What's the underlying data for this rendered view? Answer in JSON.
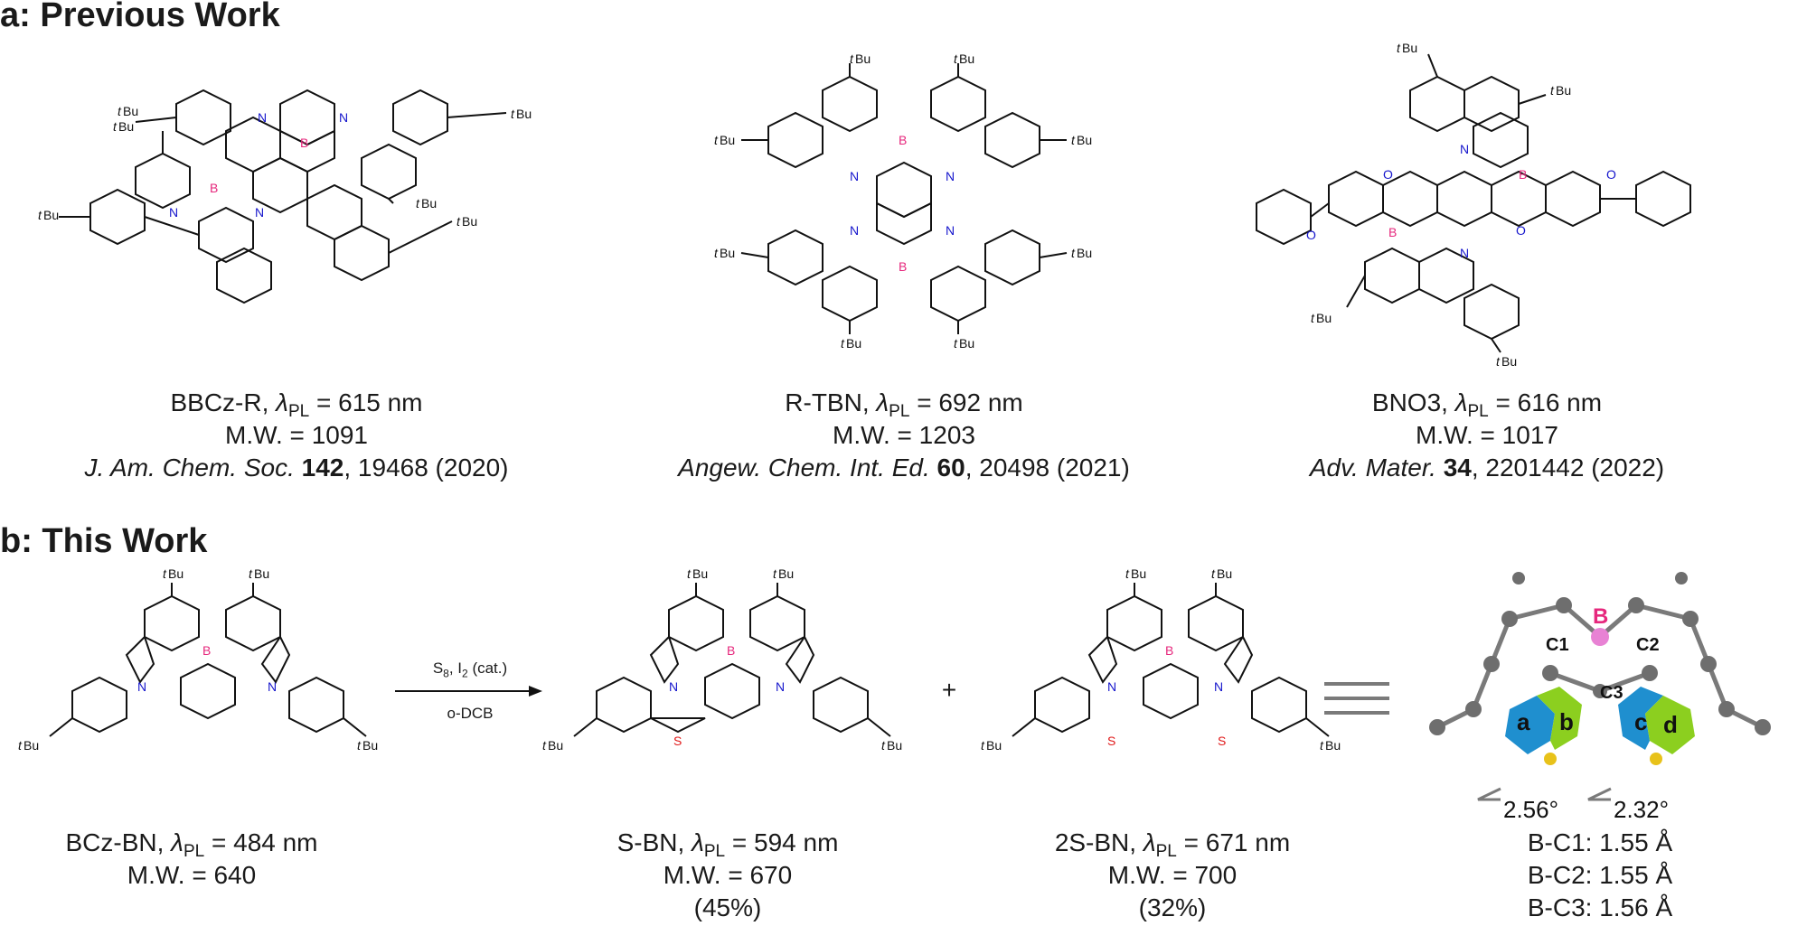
{
  "section_a": {
    "title": "a: Previous Work"
  },
  "section_b": {
    "title": "b: This Work"
  },
  "labels": {
    "tBu": "tBu",
    "t": "t",
    "Bu": "Bu",
    "B": "B",
    "N": "N",
    "O": "O",
    "S": "S",
    "lambda": "λ",
    "pl_sub": "PL"
  },
  "previous": [
    {
      "name": "BBCz-R",
      "wavelength": "= 615 nm",
      "mw": "M.W. = 1091",
      "journal": "J. Am. Chem. Soc.",
      "volume": "142",
      "pages": ", 19468 (2020)"
    },
    {
      "name": "R-TBN",
      "wavelength": "= 692 nm",
      "mw": "M.W. = 1203",
      "journal": "Angew. Chem. Int. Ed.",
      "volume": "60",
      "pages": ", 20498 (2021)"
    },
    {
      "name": "BNO3",
      "wavelength": "= 616 nm",
      "mw": "M.W. = 1017",
      "journal": "Adv. Mater.",
      "volume": "34",
      "pages": ", 2201442 (2022)"
    }
  ],
  "this_work": [
    {
      "name": "BCz-BN",
      "wavelength": "= 484 nm",
      "mw": "M.W. = 640",
      "yield": ""
    },
    {
      "name": "S-BN",
      "wavelength": "= 594 nm",
      "mw": "M.W. = 670",
      "yield": "(45%)"
    },
    {
      "name": "2S-BN",
      "wavelength": "= 671 nm",
      "mw": "M.W. = 700",
      "yield": "(32%)"
    }
  ],
  "reaction": {
    "reagent_main": "S",
    "reagent_sub": "8",
    "reagent_mid": ", I",
    "reagent_sub2": "2",
    "reagent_tail": " (cat.)",
    "solvent": "o-DCB",
    "plus": "+"
  },
  "crystal": {
    "atom_labels": {
      "c1": "C1",
      "c2": "C2",
      "c3": "C3",
      "b": "B"
    },
    "ring_labels": {
      "a": "a",
      "b": "b",
      "c": "c",
      "d": "d"
    },
    "angle1": "2.56°",
    "angle2": "2.32°",
    "bonds": [
      "B-C1: 1.55 Å",
      "B-C2: 1.55 Å",
      "B-C3: 1.56 Å"
    ]
  },
  "colors": {
    "boron": "#e6287d",
    "nitrogen": "#1515cc",
    "sulfur": "#e01818",
    "oxygen": "#1515cc",
    "ring_blue": "#1f8fcf",
    "ring_green": "#8ccf1f",
    "atom_gray": "#6e6e6e",
    "b_atom": "#e882d4"
  }
}
